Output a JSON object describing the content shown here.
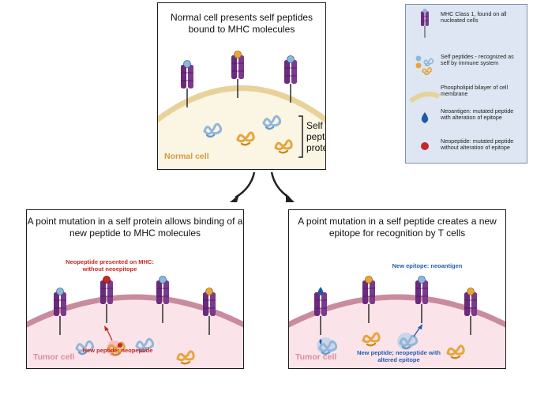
{
  "top_panel": {
    "title": "Normal cell presents self peptides bound to MHC molecules",
    "bracket_label": "Self peptides & proteins",
    "cell_label": "Normal cell"
  },
  "left_panel": {
    "title": "A point mutation in a self protein allows binding of a new peptide to MHC molecules",
    "note_top": "Neopeptide presented on MHC: without neoepitope",
    "note_bottom": "New peptide; neopeptide",
    "cell_label": "Tumor cell"
  },
  "right_panel": {
    "title": "A point mutation in a self peptide creates a new epitope for recognition by T cells",
    "note_top": "New epitope: neoantigen",
    "note_bottom": "New peptide; neopeptide with altered epitope",
    "cell_label": "Tumor cell"
  },
  "legend": {
    "items": [
      {
        "icon": "mhc-class-1-icon",
        "text": "MHC Class 1, found on all nucleated cells"
      },
      {
        "icon": "self-peptides-icon",
        "text": "Self peptides - recognized as self by immune system"
      },
      {
        "icon": "phospholipid-bilayer-icon",
        "text": "Phospholipid bilayer of cell membrane"
      },
      {
        "icon": "neoantigen-icon",
        "text": "Neoantigen: mutated peptide with alteration of epitope"
      },
      {
        "icon": "neopeptide-icon",
        "text": "Neopeptide: mutated peptide without alteration of epitope"
      }
    ]
  },
  "colors": {
    "mhc": "#6b2a7d",
    "normal_membrane": "#e8d29a",
    "normal_cell_fill": "#fbf5e4",
    "normal_label": "#d39a3d",
    "tumor_membrane": "#c98b9e",
    "tumor_cell_fill": "#fae4ea",
    "tumor_label": "#d88da0",
    "peptide_blue": "#8fb7db",
    "peptide_orange": "#e7a53a",
    "neoantigen": "#1e5aa8",
    "neopeptide": "#c62828"
  }
}
